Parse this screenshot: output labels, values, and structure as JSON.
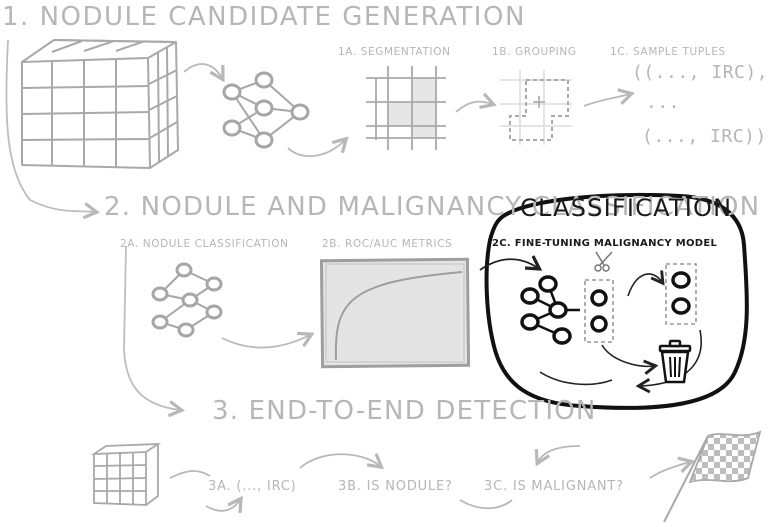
{
  "section1": {
    "title": "1. NODULE CANDIDATE GENERATION",
    "seg": "1A. SEGMENTATION",
    "group": "1B. GROUPING",
    "tuples": "1C. SAMPLE TUPLES",
    "tuple_line1": "((..., IRC),",
    "tuple_line2": "...",
    "tuple_line3": "(..., IRC))"
  },
  "section2": {
    "title_gray": "2. NODULE AND MALIGNANCY CLASSIFICATION",
    "title_dark": "CLASSIFICATION",
    "a": "2A. NODULE CLASSIFICATION",
    "b": "2B. ROC/AUC METRICS",
    "c": "2C. FINE-TUNING MALIGNANCY MODEL"
  },
  "section3": {
    "title": "3. END-TO-END DETECTION",
    "a": "3A. (..., IRC)",
    "b": "3B. IS NODULE?",
    "c": "3C. IS MALIGNANT?"
  },
  "icons": [
    "ct-cube-icon",
    "neural-net-icon",
    "grid-icon",
    "trash-icon",
    "checkered-flag-icon"
  ]
}
